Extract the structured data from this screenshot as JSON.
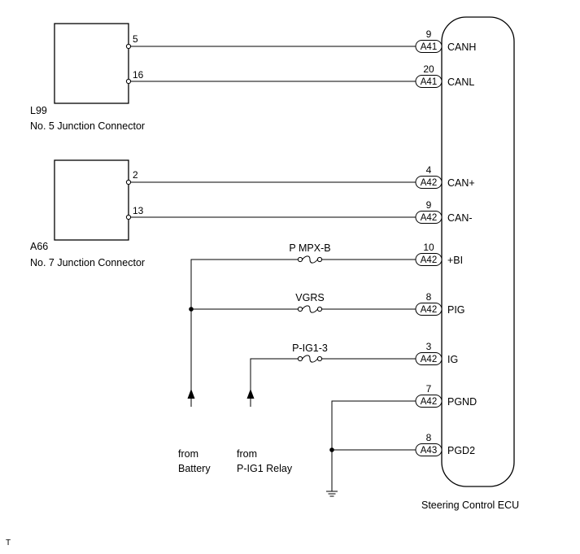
{
  "ecu": {
    "name": "Steering Control ECU"
  },
  "junction_connectors": [
    {
      "id": "L99",
      "name": "No. 5 Junction Connector",
      "pins": [
        "5",
        "16"
      ]
    },
    {
      "id": "A66",
      "name": "No. 7 Junction Connector",
      "pins": [
        "2",
        "13"
      ]
    }
  ],
  "terminals": [
    {
      "connector": "A41",
      "pin": "9",
      "signal": "CANH"
    },
    {
      "connector": "A41",
      "pin": "20",
      "signal": "CANL"
    },
    {
      "connector": "A42",
      "pin": "4",
      "signal": "CAN+"
    },
    {
      "connector": "A42",
      "pin": "9",
      "signal": "CAN-"
    },
    {
      "connector": "A42",
      "pin": "10",
      "signal": "+BI"
    },
    {
      "connector": "A42",
      "pin": "8",
      "signal": "PIG"
    },
    {
      "connector": "A42",
      "pin": "3",
      "signal": "IG"
    },
    {
      "connector": "A42",
      "pin": "7",
      "signal": "PGND"
    },
    {
      "connector": "A43",
      "pin": "8",
      "signal": "PGD2"
    }
  ],
  "fuses": [
    "P MPX-B",
    "VGRS",
    "P-IG1-3"
  ],
  "sources": [
    {
      "line1": "from",
      "line2": "Battery"
    },
    {
      "line1": "from",
      "line2": "P-IG1 Relay"
    }
  ],
  "corner_mark": "T"
}
